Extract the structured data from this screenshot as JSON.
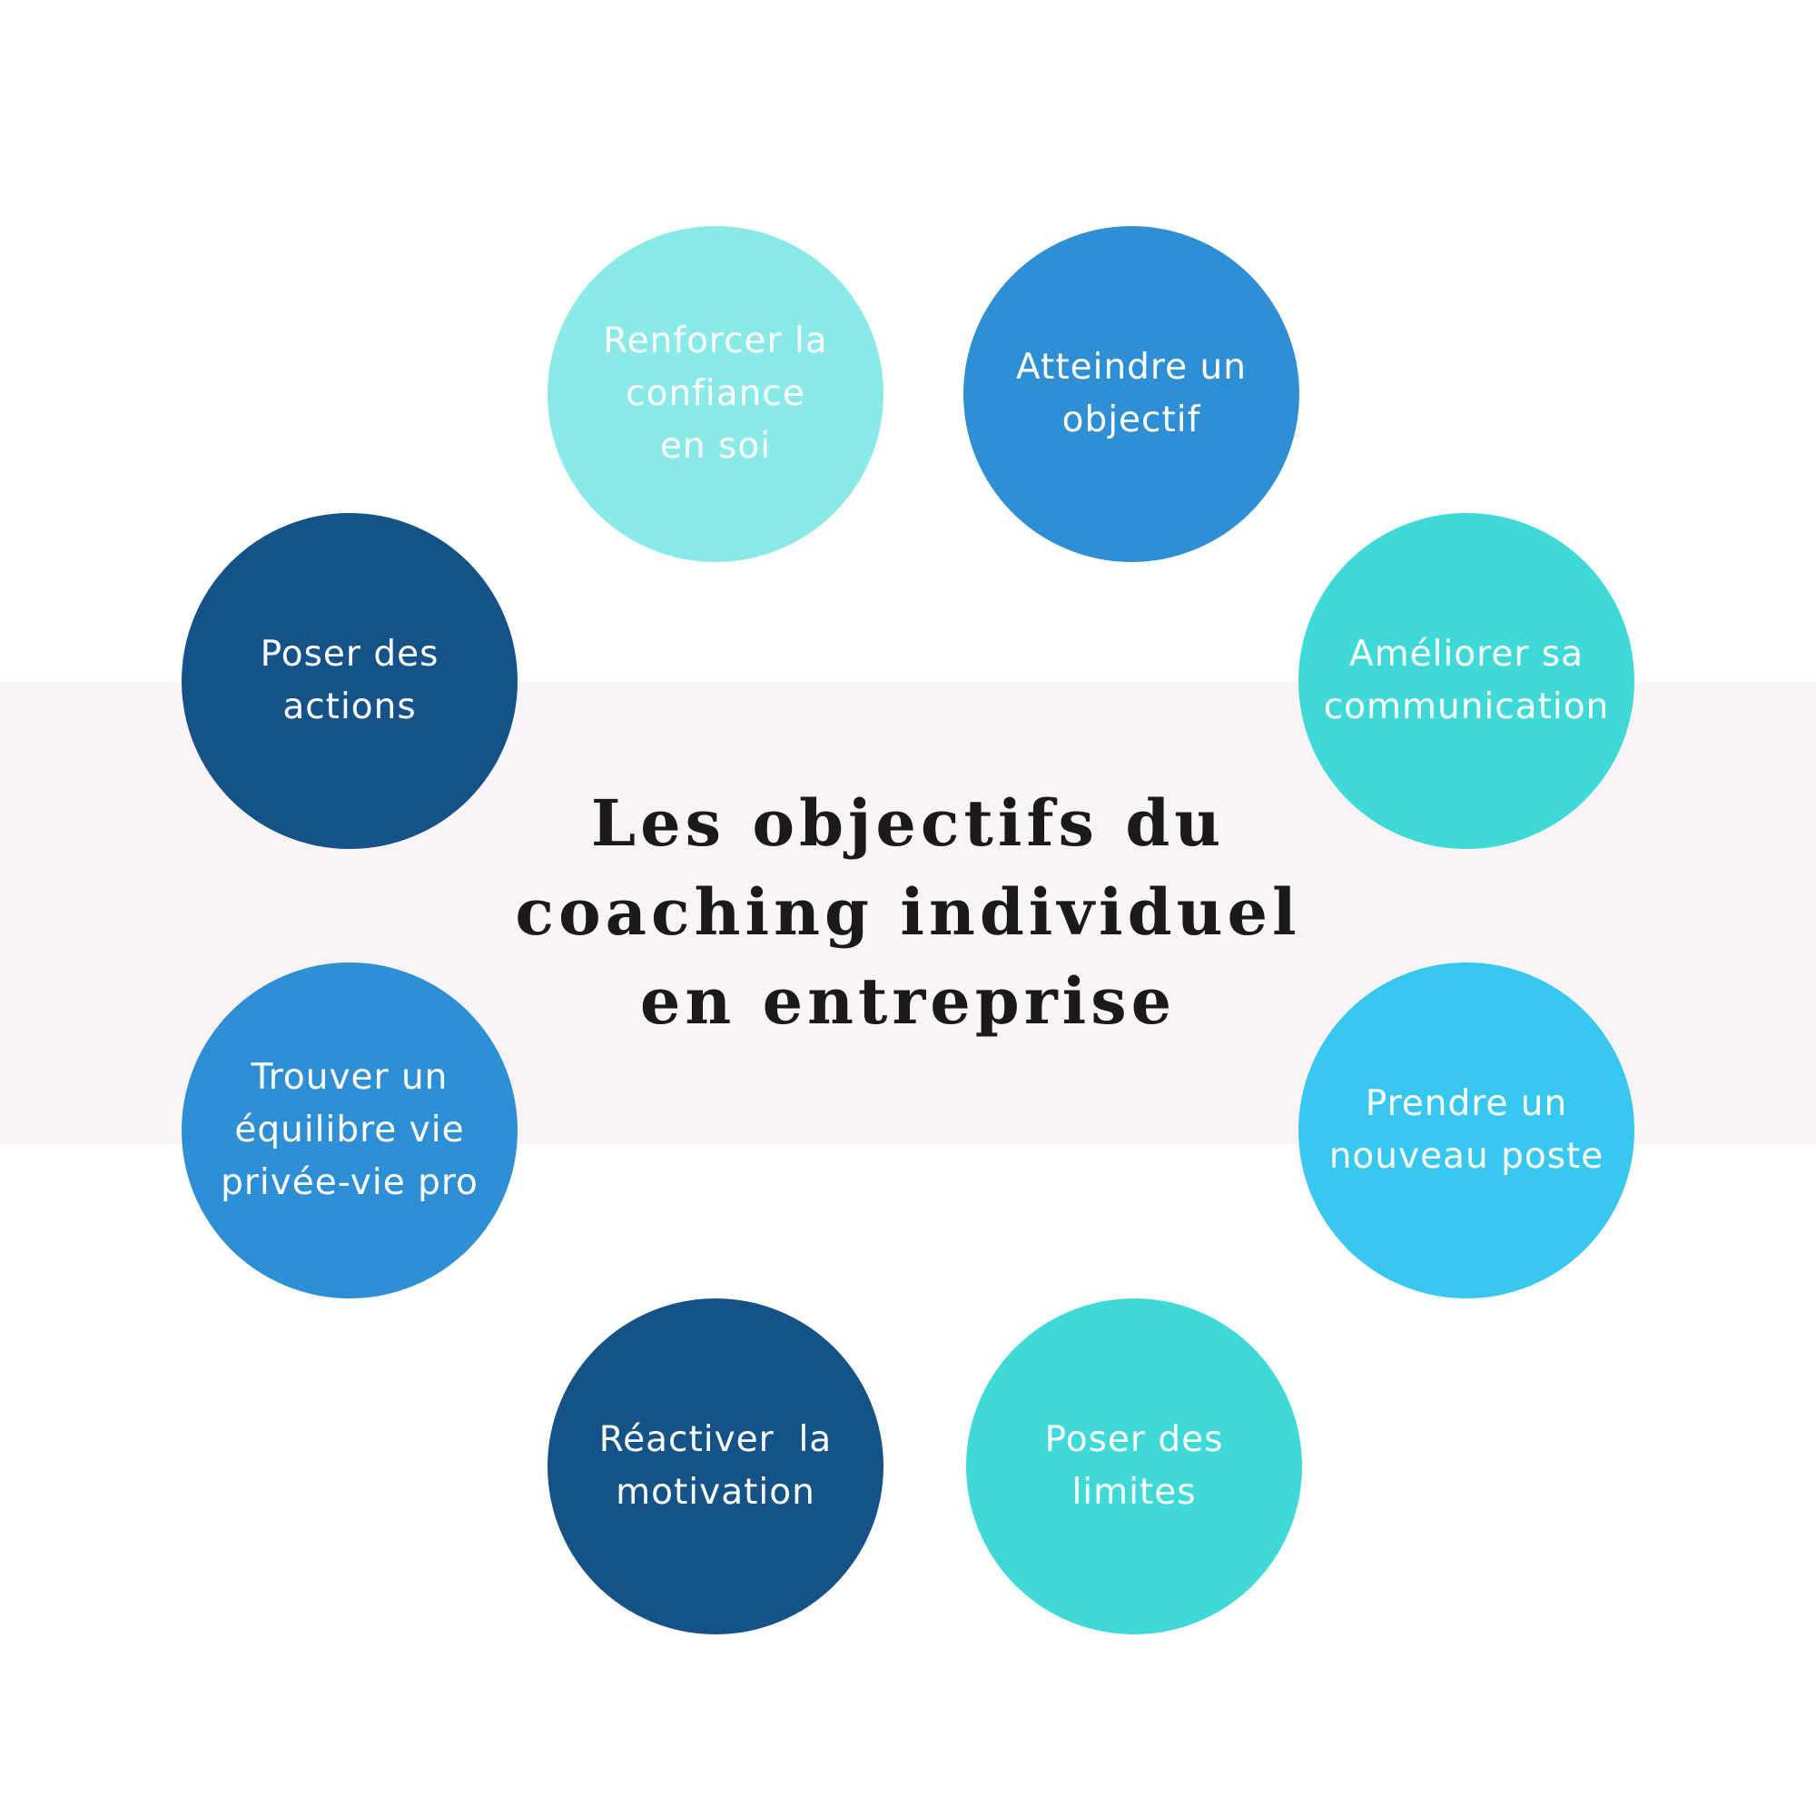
{
  "title": {
    "lines": [
      "Les objectifs du",
      "coaching individuel",
      "en entreprise"
    ]
  },
  "colors": {
    "band": "#f8f4f8",
    "title_text": "#1a1a1a",
    "node_text": "#ffffff"
  },
  "nodes": [
    {
      "id": "renforcer-confiance",
      "lines": [
        "Renforcer la",
        "confiance",
        "en soi"
      ],
      "color": "#8aeae8"
    },
    {
      "id": "atteindre-objectif",
      "lines": [
        "Atteindre un",
        "objectif"
      ],
      "color": "#2f8fd5"
    },
    {
      "id": "ameliorer-communication",
      "lines": [
        "Améliorer sa",
        "communication"
      ],
      "color": "#3fdad7"
    },
    {
      "id": "prendre-poste",
      "lines": [
        "Prendre un",
        "nouveau poste"
      ],
      "color": "#38c8ef"
    },
    {
      "id": "poser-limites",
      "lines": [
        "Poser des",
        "limites"
      ],
      "color": "#3fdad7"
    },
    {
      "id": "reactiver-motivation",
      "lines": [
        "Réactiver  la",
        "motivation"
      ],
      "color": "#155288"
    },
    {
      "id": "trouver-equilibre",
      "lines": [
        "Trouver un",
        "équilibre vie",
        "privée-vie pro"
      ],
      "color": "#2f8fd5"
    },
    {
      "id": "poser-actions",
      "lines": [
        "Poser des",
        "actions"
      ],
      "color": "#155288"
    }
  ]
}
